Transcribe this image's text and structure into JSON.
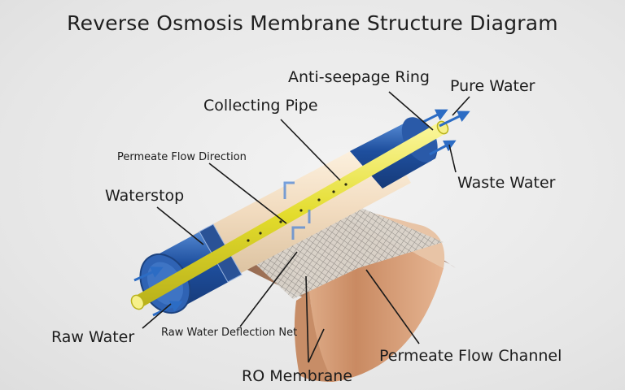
{
  "title": "Reverse Osmosis Membrane Structure Diagram",
  "labels": {
    "anti_seepage_ring": "Anti-seepage Ring",
    "pure_water": "Pure Water",
    "collecting_pipe": "Collecting Pipe",
    "permeate_flow_direction": "Permeate Flow Direction",
    "waste_water": "Waste Water",
    "waterstop": "Waterstop",
    "raw_water": "Raw Water",
    "raw_water_deflection_net": "Raw Water Deflection Net",
    "permeate_flow_channel": "Permeate Flow Channel",
    "ro_membrane": "RO Membrane"
  },
  "colors": {
    "end_cap_blue": "#2a5aa8",
    "collecting_pipe_yellow": "#e8e23a",
    "membrane_copper": "#d9a07a",
    "leader_line": "#1a1a1a",
    "flow_arrow": "#3f7fd0"
  }
}
